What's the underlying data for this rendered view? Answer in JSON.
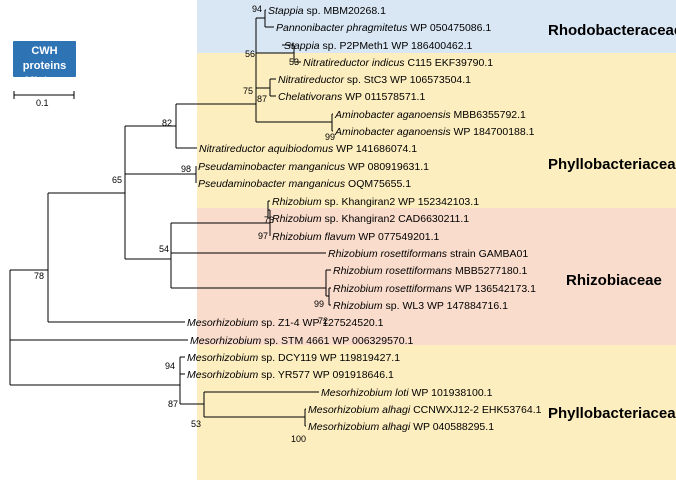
{
  "title_box": {
    "line1": "CWH proteins",
    "line2": "ML tree",
    "color": "#2e74b5"
  },
  "scale_bar": {
    "label": "0.1",
    "length": 0.1
  },
  "colors": {
    "rhodobacteraceae": "#d9e6f4",
    "phyllobacteriaceae": "#fdeebf",
    "rhizobiaceae": "#f9dccc"
  },
  "families": [
    {
      "id": "rhodo",
      "label": "Rhodobacteraceae",
      "color": "#d9e6f4"
    },
    {
      "id": "phyllo1",
      "label": "Phyllobacteriaceae",
      "color": "#fdeebf"
    },
    {
      "id": "rhizo",
      "label": "Rhizobiaceae",
      "color": "#f9dccc"
    },
    {
      "id": "phyllo2",
      "label": "Phyllobacteriaceae",
      "color": "#fdeebf"
    }
  ],
  "leaves": [
    {
      "id": "L1",
      "genus": "Stappia",
      "species": "",
      "rest": "sp. MBM20268.1"
    },
    {
      "id": "L2",
      "genus": "Pannonibacter",
      "species": "phragmitetus",
      "rest": "WP 050475086.1"
    },
    {
      "id": "L3",
      "genus": "Stappia",
      "species": "",
      "rest": "sp. P2PMeth1 WP 186400462.1"
    },
    {
      "id": "L4",
      "genus": "Nitratireductor",
      "species": "indicus",
      "rest": "C115 EKF39790.1"
    },
    {
      "id": "L5",
      "genus": "Nitratireductor",
      "species": "",
      "rest": "sp. StC3 WP 106573504.1"
    },
    {
      "id": "L6",
      "genus": "Chelativorans",
      "species": "",
      "rest": "WP 011578571.1"
    },
    {
      "id": "L7",
      "genus": "Aminobacter",
      "species": "aganoensis",
      "rest": "MBB6355792.1"
    },
    {
      "id": "L8",
      "genus": "Aminobacter",
      "species": "aganoensis",
      "rest": "WP 184700188.1"
    },
    {
      "id": "L9",
      "genus": "Nitratireductor",
      "species": "aquibiodomus",
      "rest": "WP 141686074.1"
    },
    {
      "id": "L10",
      "genus": "Pseudaminobacter",
      "species": "manganicus",
      "rest": "WP 080919631.1"
    },
    {
      "id": "L11",
      "genus": "Pseudaminobacter",
      "species": "manganicus",
      "rest": "OQM75655.1"
    },
    {
      "id": "L12",
      "genus": "Rhizobium",
      "species": "",
      "rest": "sp. Khangiran2 WP 152342103.1"
    },
    {
      "id": "L13",
      "genus": "Rhizobium",
      "species": "",
      "rest": "sp. Khangiran2 CAD6630211.1"
    },
    {
      "id": "L14",
      "genus": "Rhizobium",
      "species": "flavum",
      "rest": "WP 077549201.1"
    },
    {
      "id": "L15",
      "genus": "Rhizobium",
      "species": "rosettiformans",
      "rest": "strain GAMBA01"
    },
    {
      "id": "L16",
      "genus": "Rhizobium",
      "species": "rosettiformans",
      "rest": "MBB5277180.1"
    },
    {
      "id": "L17",
      "genus": "Rhizobium",
      "species": "rosettiformans",
      "rest": "WP 136542173.1"
    },
    {
      "id": "L18",
      "genus": "Rhizobium",
      "species": "",
      "rest": "sp. WL3 WP 147884716.1"
    },
    {
      "id": "L19",
      "genus": "Mesorhizobium",
      "species": "",
      "rest": "sp. Z1-4 WP 127524520.1"
    },
    {
      "id": "L20",
      "genus": "Mesorhizobium",
      "species": "",
      "rest": "sp. STM 4661 WP 006329570.1"
    },
    {
      "id": "L21",
      "genus": "Mesorhizobium",
      "species": "",
      "rest": "sp. DCY119 WP 119819427.1"
    },
    {
      "id": "L22",
      "genus": "Mesorhizobium",
      "species": "",
      "rest": "sp. YR577 WP 091918646.1"
    },
    {
      "id": "L23",
      "genus": "Mesorhizobium",
      "species": "loti",
      "rest": "WP 101938100.1"
    },
    {
      "id": "L24",
      "genus": "Mesorhizobium",
      "species": "alhagi",
      "rest": "CCNWXJ12-2 EHK53764.1"
    },
    {
      "id": "L25",
      "genus": "Mesorhizobium",
      "species": "alhagi",
      "rest": "WP 040588295.1"
    }
  ],
  "bootstrap": [
    {
      "node": "N_Stappia",
      "value": "94"
    },
    {
      "node": "N_Rhodo",
      "value": "56"
    },
    {
      "node": "N_Indicus",
      "value": "53"
    },
    {
      "node": "N_Chel",
      "value": "87"
    },
    {
      "node": "N_A75",
      "value": "75"
    },
    {
      "node": "N_Amino",
      "value": "99"
    },
    {
      "node": "N_82",
      "value": "82"
    },
    {
      "node": "N_Pseud",
      "value": "98"
    },
    {
      "node": "N_65",
      "value": "65"
    },
    {
      "node": "N_Kh",
      "value": "76"
    },
    {
      "node": "N_97",
      "value": "97"
    },
    {
      "node": "N_54",
      "value": "54"
    },
    {
      "node": "N_99b",
      "value": "99"
    },
    {
      "node": "N_72",
      "value": "72"
    },
    {
      "node": "N_78",
      "value": "78"
    },
    {
      "node": "N_94b",
      "value": "94"
    },
    {
      "node": "N_87b",
      "value": "87"
    },
    {
      "node": "N_53b",
      "value": "53"
    },
    {
      "node": "N_100",
      "value": "100"
    }
  ]
}
